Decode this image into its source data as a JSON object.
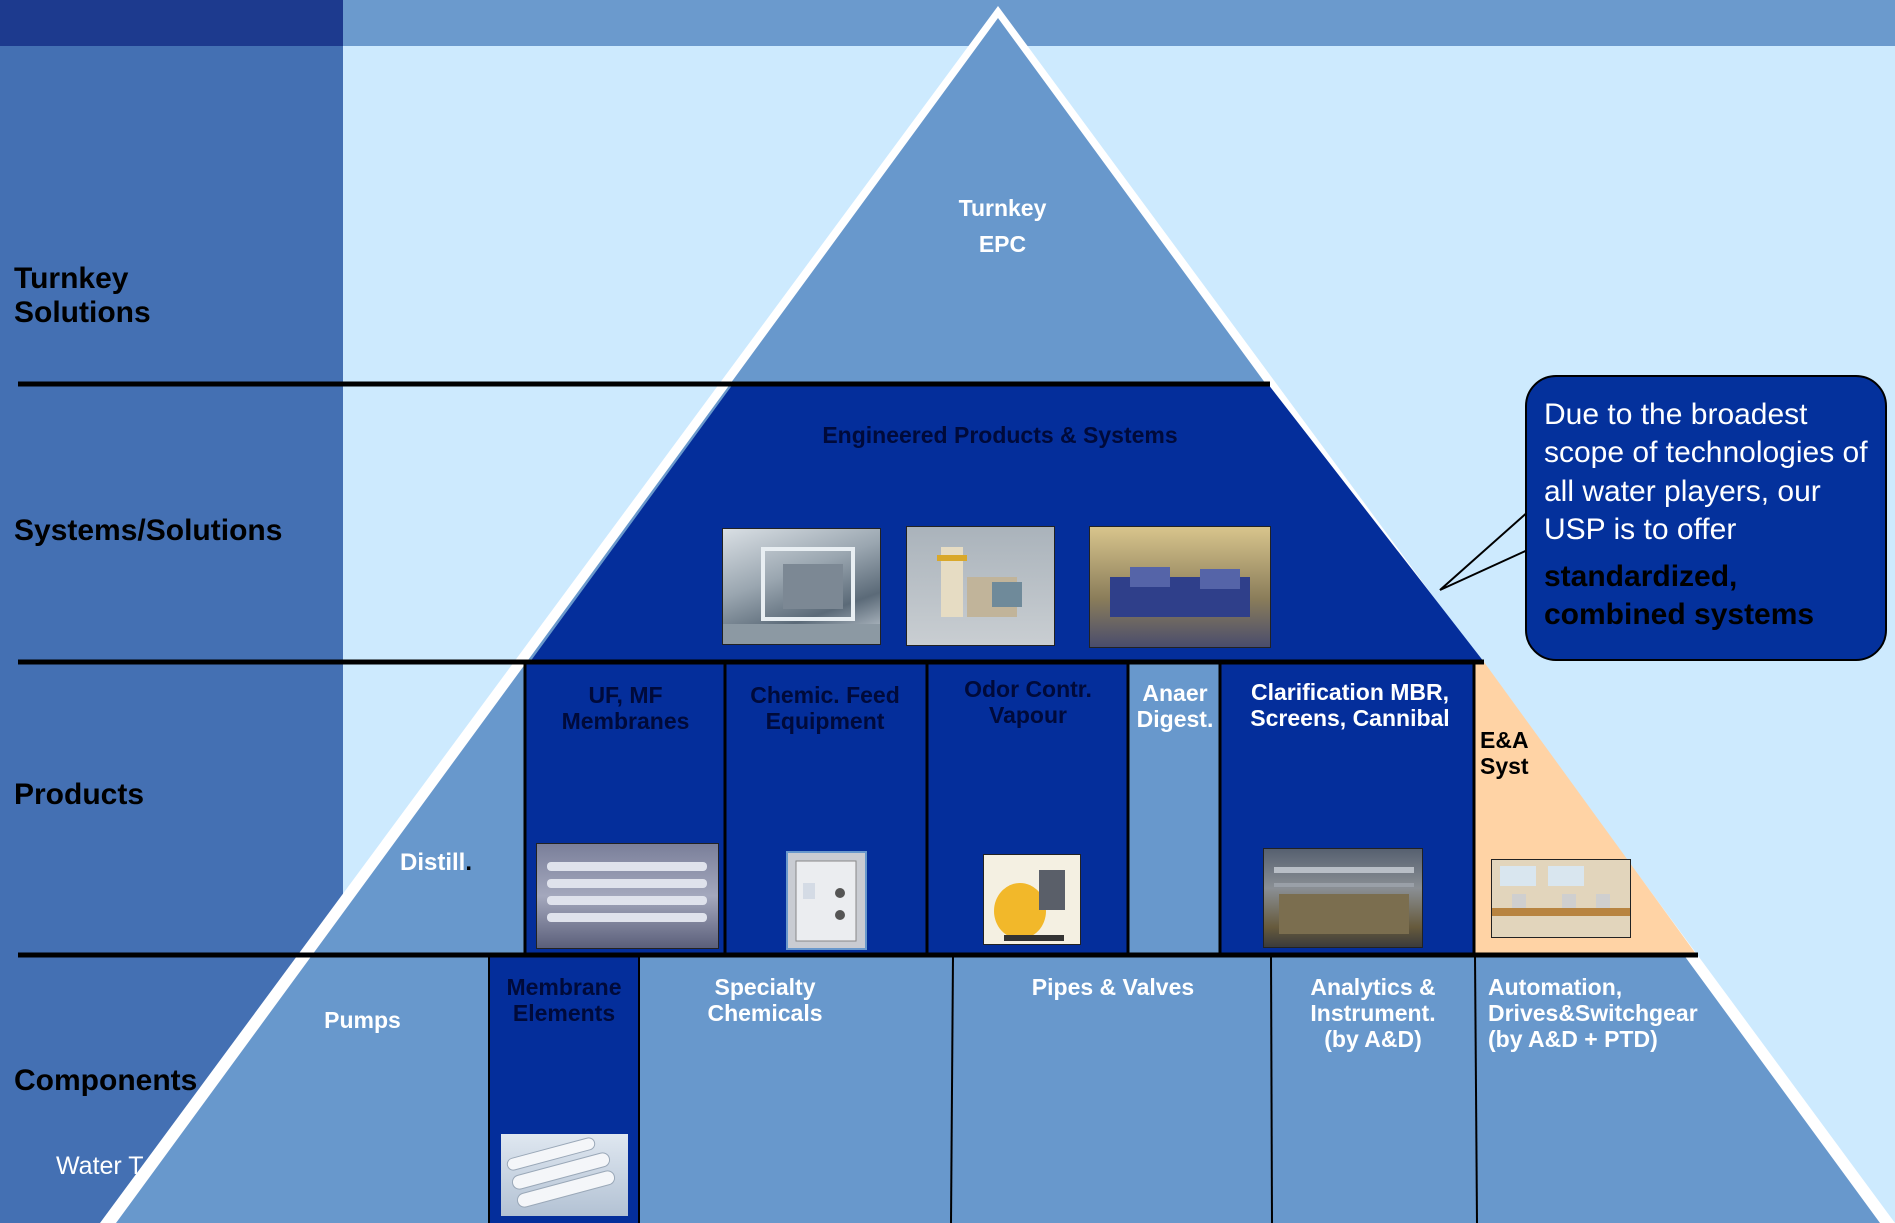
{
  "levels": {
    "turnkey": "Turnkey\nSolutions",
    "systems": "Systems/Solutions",
    "products": "Products",
    "components": "Components",
    "water": "Water T"
  },
  "turnkey_block": {
    "line1": "Turnkey",
    "line2": "EPC"
  },
  "systems_block": {
    "title": "Engineered Products & Systems"
  },
  "products": {
    "distill": "Distill",
    "distill_dot": ".",
    "uf_mf": "UF, MF\nMembranes",
    "chemic_feed": "Chemic. Feed\nEquipment",
    "odor": "Odor Contr.\nVapour",
    "anaer": "Anaer\nDigest.",
    "clarification": "Clarification MBR,\nScreens, Cannibal",
    "ea": "E&A\nSyst"
  },
  "components": {
    "pumps": "Pumps",
    "membrane_elements": "Membrane\nElements",
    "specialty_chemicals": "Specialty\nChemicals",
    "pipes_valves": "Pipes & Valves",
    "analytics": "Analytics &\nInstrument.\n(by A&D)",
    "automation": "Automation,\nDrives&Switchgear\n(by A&D + PTD)"
  },
  "callout": {
    "text": "Due to the broadest scope of technologies of all water players, our USP is to offer",
    "bold": "standardized, combined systems"
  },
  "colors": {
    "background": "#cdeafe",
    "left_column": "#4470b3",
    "header_dark": "#1d3a8e",
    "header_bar": "#6b9acd",
    "pyramid_light": "#6898cc",
    "pyramid_dark": "#042e9b",
    "ea_peach": "#ffd3a5",
    "callout_bg": "#04319c"
  }
}
